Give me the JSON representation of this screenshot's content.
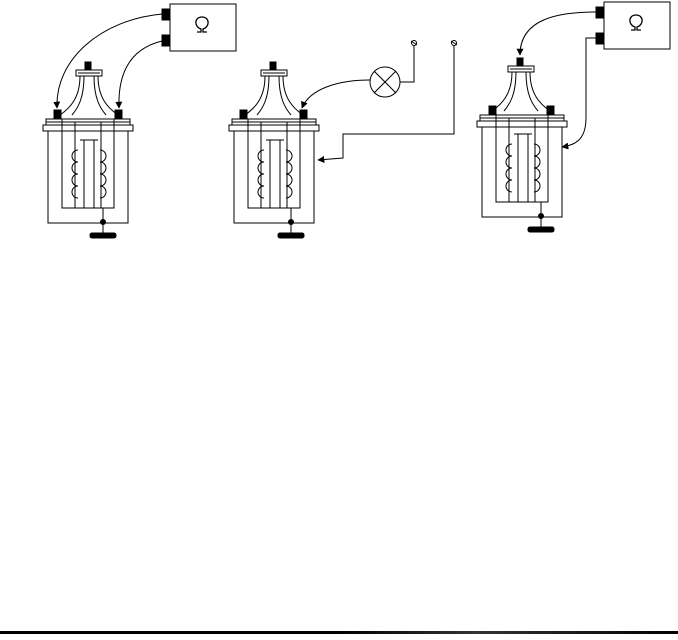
{
  "figure": {
    "panels": [
      {
        "name": "left",
        "meter_symbol": "Ω",
        "instrument": "ohmmeter",
        "test": "winding-to-winding"
      },
      {
        "name": "middle",
        "meter_symbol": "",
        "instrument": "test-lamp",
        "test": "bushing-to-tank"
      },
      {
        "name": "right",
        "meter_symbol": "Ω",
        "instrument": "ohmmeter",
        "test": "bushing-to-tank"
      }
    ]
  },
  "colors": {
    "ink": "#000000",
    "paper": "#ffffff",
    "rule_mid": "#000000",
    "rule_edge": "#ffffff"
  }
}
